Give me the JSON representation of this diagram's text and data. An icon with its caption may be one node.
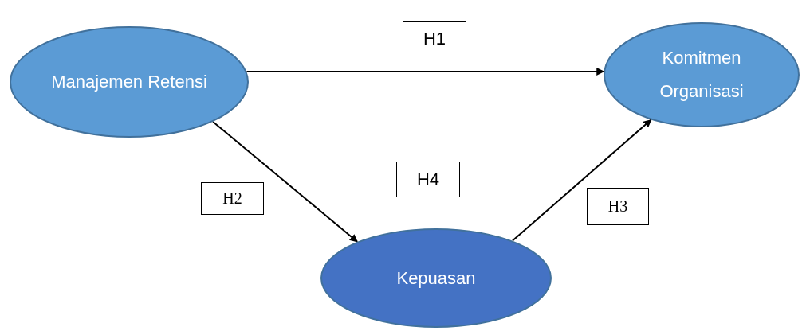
{
  "diagram": {
    "nodes": [
      {
        "text": [
          "Manajemen Retensi"
        ]
      },
      {
        "text": [
          "H1"
        ]
      },
      {
        "text": [
          "Komitmen Organisasi"
        ]
      },
      {
        "text": [
          "H2"
        ]
      },
      {
        "text": [
          "H4"
        ]
      },
      {
        "text": [
          "H3"
        ]
      },
      {
        "text": [
          "Kepuasan"
        ]
      }
    ],
    "edges": [
      {
        "from": 0,
        "to": 2,
        "arrow": "to"
      },
      {
        "from": 0,
        "to": 6,
        "arrow": "to"
      },
      {
        "from": 6,
        "to": 2,
        "arrow": "to"
      }
    ]
  }
}
